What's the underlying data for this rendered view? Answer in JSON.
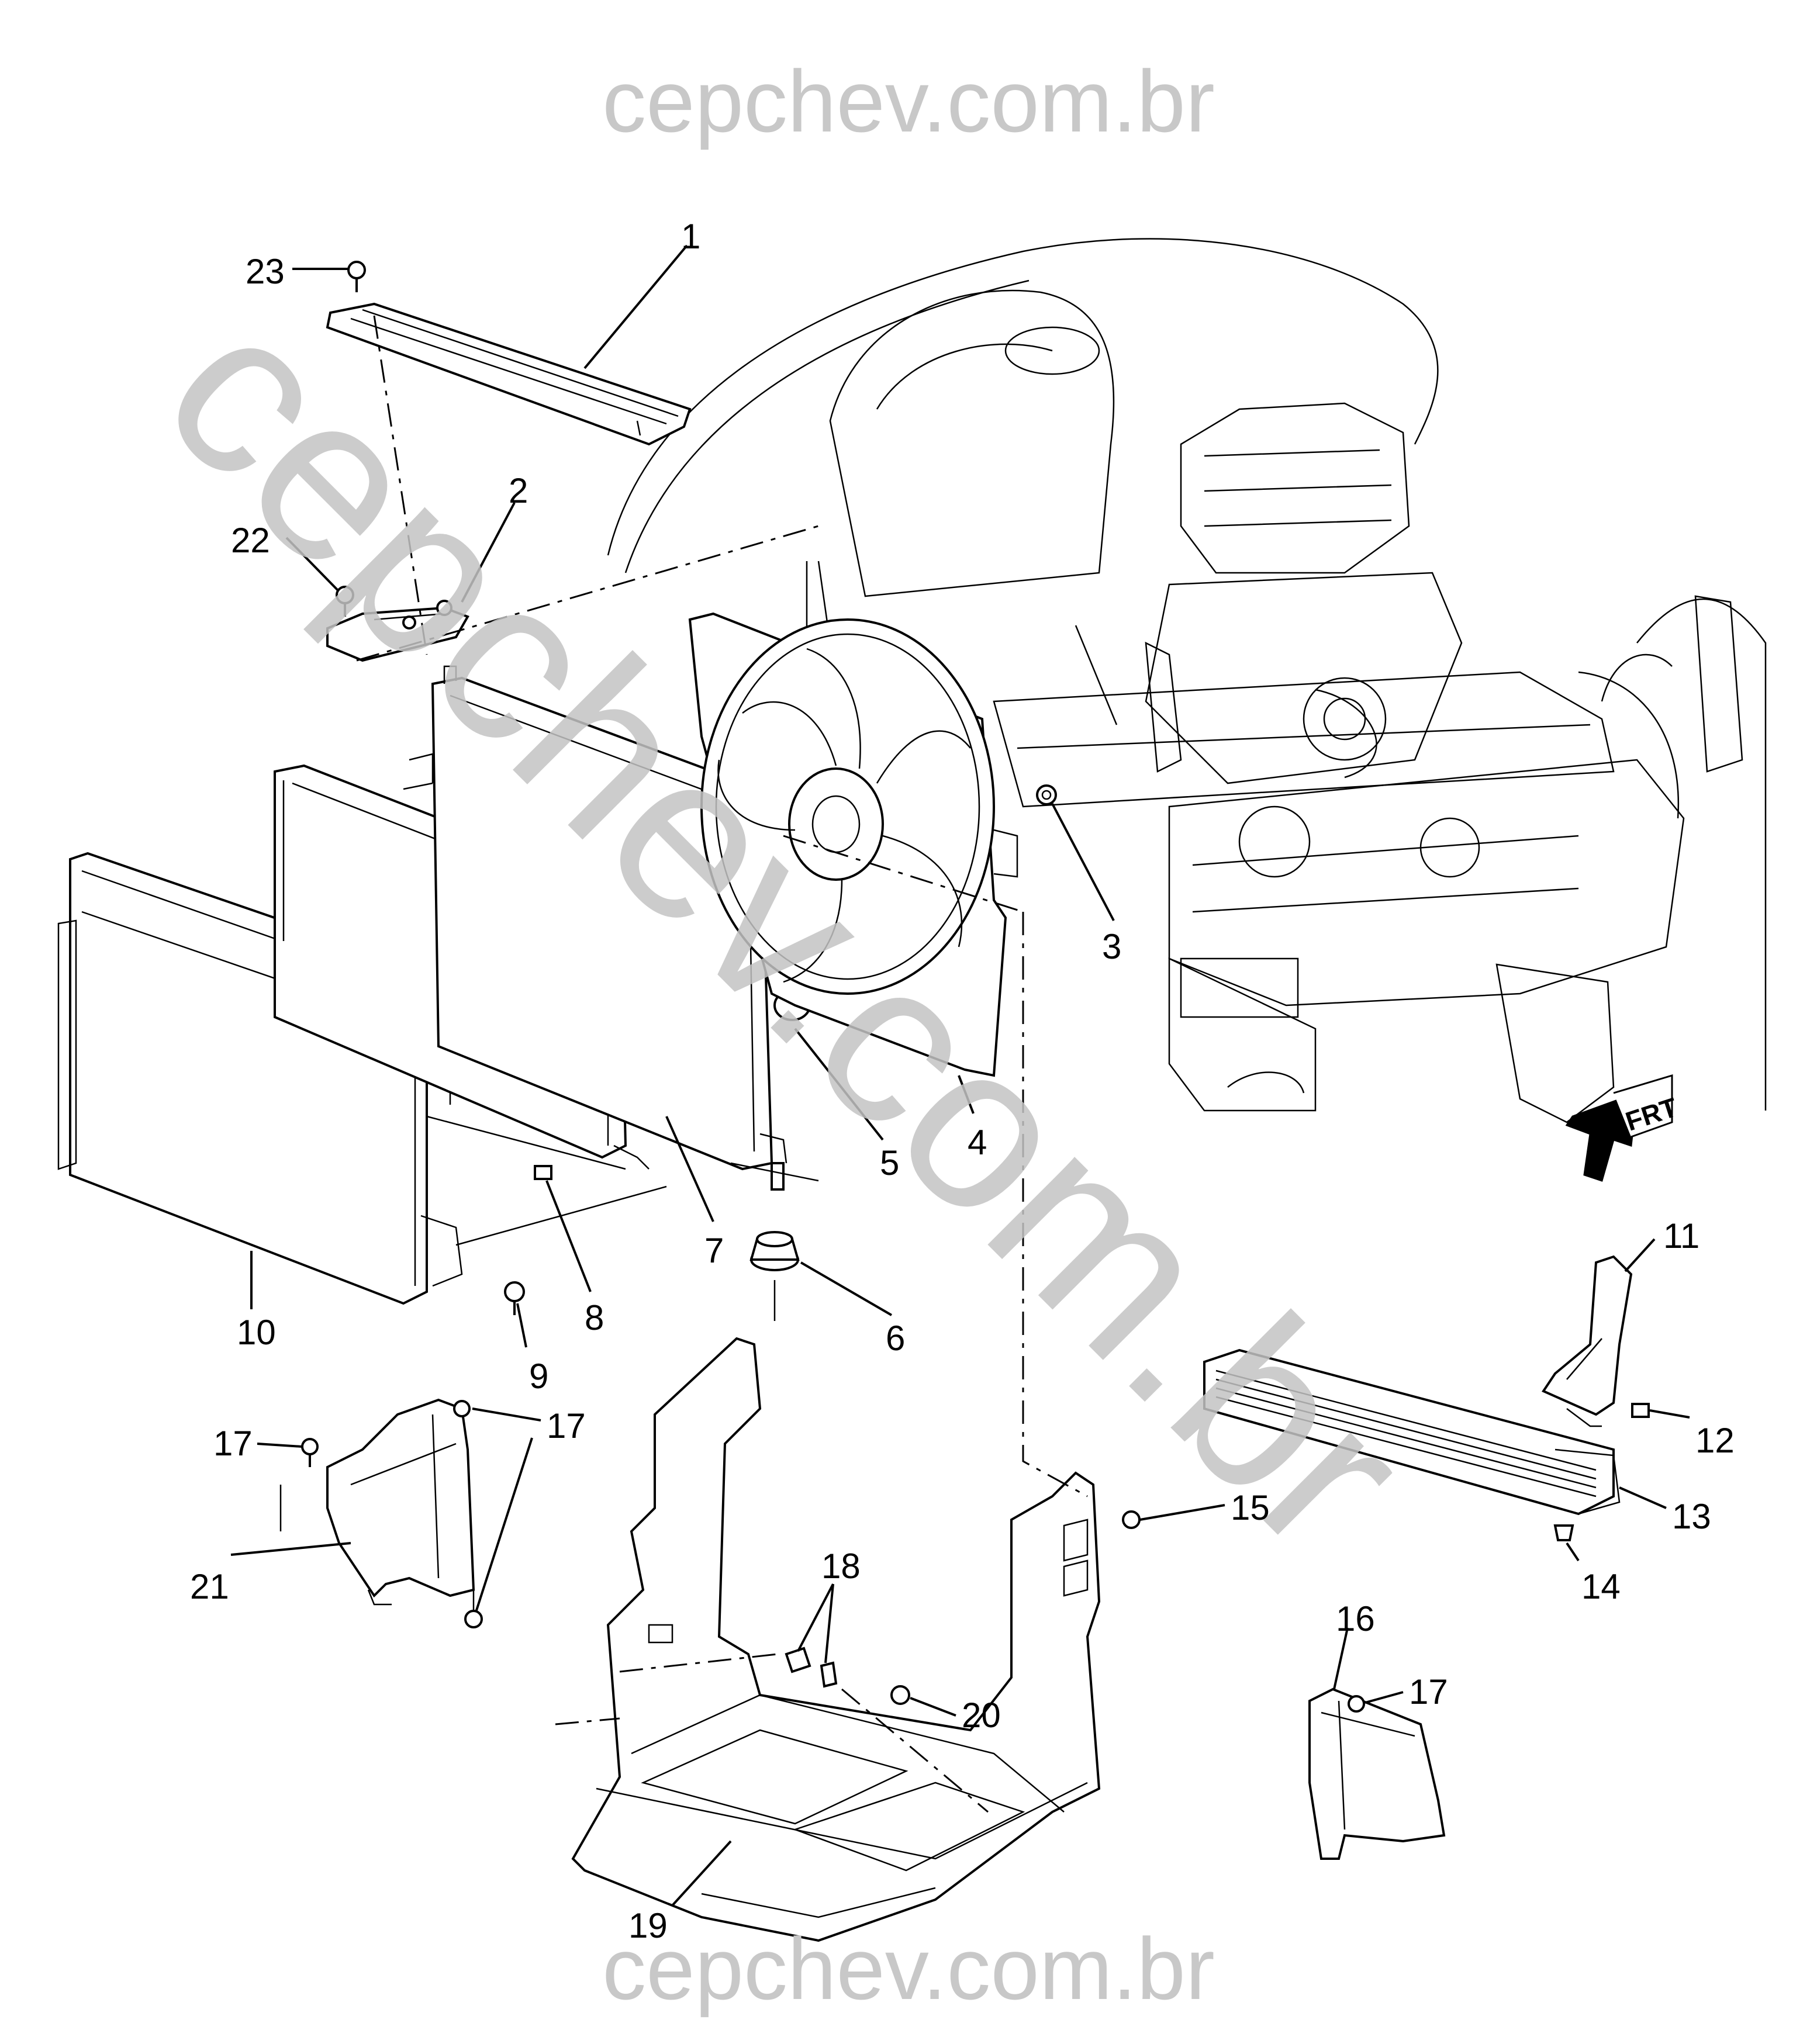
{
  "watermark": {
    "top": "cepchev.com.br",
    "bottom": "cepchev.com.br",
    "diagonal": "cepchev.com.br"
  },
  "direction_badge": "FRT",
  "callouts": [
    {
      "id": "c1",
      "label": "1"
    },
    {
      "id": "c2",
      "label": "2"
    },
    {
      "id": "c3",
      "label": "3"
    },
    {
      "id": "c4",
      "label": "4"
    },
    {
      "id": "c5",
      "label": "5"
    },
    {
      "id": "c6",
      "label": "6"
    },
    {
      "id": "c7",
      "label": "7"
    },
    {
      "id": "c8",
      "label": "8"
    },
    {
      "id": "c9",
      "label": "9"
    },
    {
      "id": "c10",
      "label": "10"
    },
    {
      "id": "c11",
      "label": "11"
    },
    {
      "id": "c12",
      "label": "12"
    },
    {
      "id": "c13",
      "label": "13"
    },
    {
      "id": "c14",
      "label": "14"
    },
    {
      "id": "c15",
      "label": "15"
    },
    {
      "id": "c16",
      "label": "16"
    },
    {
      "id": "c17a",
      "label": "17"
    },
    {
      "id": "c17b",
      "label": "17"
    },
    {
      "id": "c17c",
      "label": "17"
    },
    {
      "id": "c18",
      "label": "18"
    },
    {
      "id": "c19",
      "label": "19"
    },
    {
      "id": "c20",
      "label": "20"
    },
    {
      "id": "c21",
      "label": "21"
    },
    {
      "id": "c22",
      "label": "22"
    },
    {
      "id": "c23",
      "label": "23"
    }
  ]
}
